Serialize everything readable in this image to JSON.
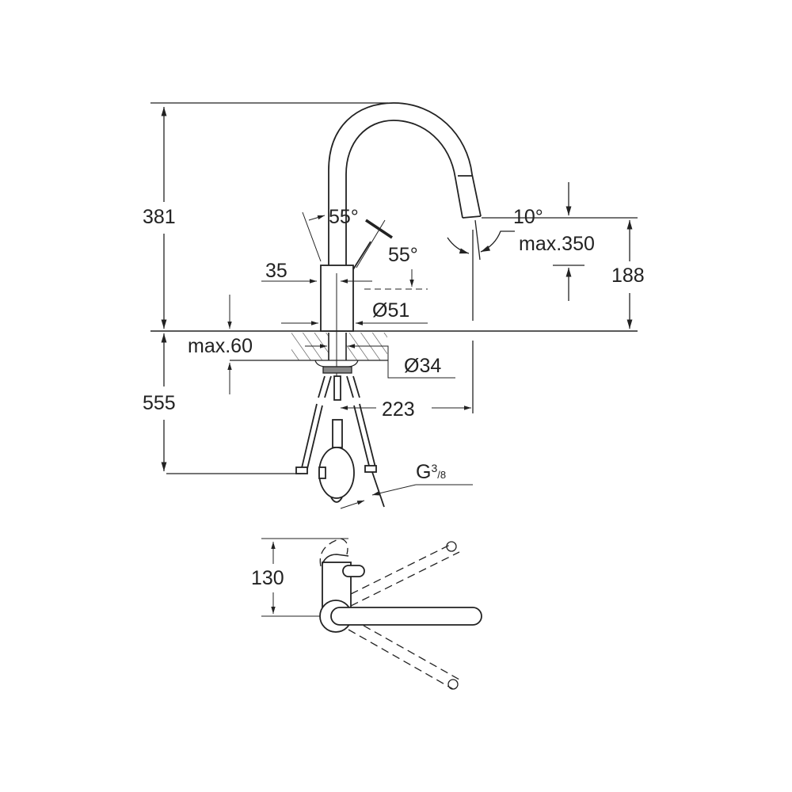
{
  "diagram": {
    "title": "Kitchen faucet dimensional drawing",
    "colors": {
      "line": "#222222",
      "background": "#ffffff"
    },
    "dimensions": {
      "total_height": "381",
      "below_deck_length": "555",
      "spout_outlet_height": "188",
      "pullout_hose": "max.350",
      "spray_angle": "10°",
      "lever_angle_left": "55°",
      "lever_angle_right": "55°",
      "lever_offset": "35",
      "base_diameter": "Ø51",
      "mounting_hole": "Ø34",
      "deck_thickness": "max.60",
      "spout_reach": "223",
      "connection_thread_letter": "G",
      "connection_thread_numerator": "3",
      "connection_thread_denominator": "8",
      "top_view_depth": "130"
    }
  }
}
